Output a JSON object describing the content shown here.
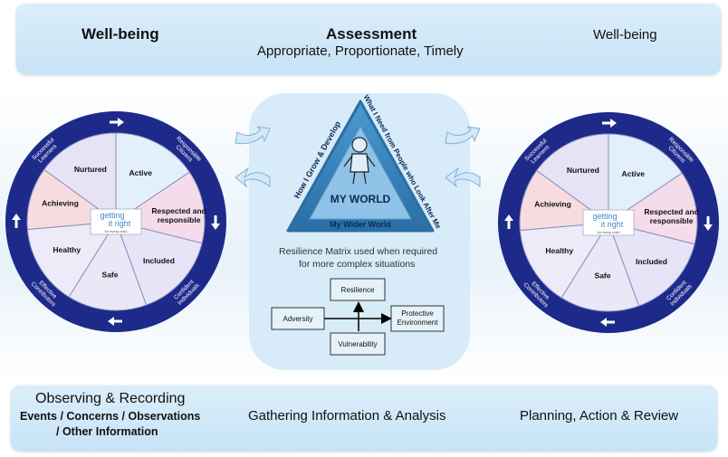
{
  "header": {
    "left_label": "Well-being",
    "center_title": "Assessment",
    "center_subtitle": "Appropriate, Proportionate, Timely",
    "right_label": "Well-being"
  },
  "wheel": {
    "segments": [
      "Active",
      "Respected and responsible",
      "Included",
      "Safe",
      "Healthy",
      "Achieving",
      "Nurtured"
    ],
    "center_logo_lines": [
      "getting",
      "it right",
      "for every child"
    ],
    "ring_labels": {
      "top_left": "Successful Learners",
      "top_right": "Responsible Citizens",
      "bottom_left": "Effective Contributors",
      "bottom_right": "Confident Individuals"
    }
  },
  "triangle": {
    "left_side": "How I Grow & Develop",
    "right_side": "What I Need from People who Look After Me",
    "bottom_side": "My Wider World",
    "center_label": "MY WORLD"
  },
  "resilience": {
    "caption_line1": "Resilience Matrix used when required",
    "caption_line2": "for more complex situations",
    "top": "Resilience",
    "left": "Adversity",
    "right_line1": "Protective",
    "right_line2": "Environment",
    "bottom": "Vulnerability"
  },
  "footer": {
    "left_title": "Observing & Recording",
    "left_line2": "Events / Concerns / Observations",
    "left_line3": "/ Other Information",
    "center": "Gathering Information & Analysis",
    "right": "Planning, Action & Review"
  },
  "colors": {
    "ring": "#1d2a8a",
    "band": "#cfe7f7",
    "triangle": "#2f7fb8",
    "segment_active": "#e3f0fb",
    "segment_respected": "#f5dcea",
    "segment_included": "#e6e4f6",
    "segment_safe": "#e9e8f6",
    "segment_healthy": "#ecebf7",
    "segment_achieving": "#f6dcde",
    "segment_nurtured": "#e6e3f5"
  }
}
